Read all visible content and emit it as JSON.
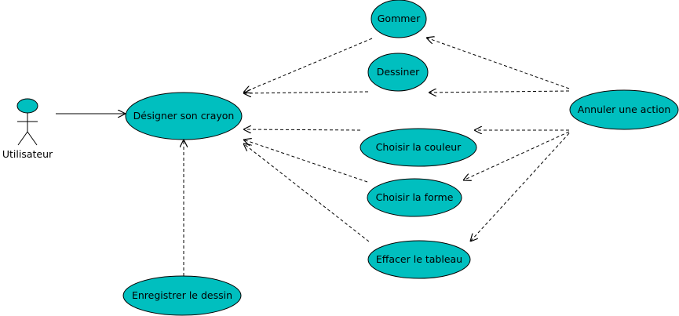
{
  "diagram": {
    "actor": {
      "label": "Utilisateur"
    },
    "use_cases": {
      "gommer": "Gommer",
      "dessiner": "Dessiner",
      "designer": "Désigner son crayon",
      "annuler": "Annuler une action",
      "couleur": "Choisir la couleur",
      "forme": "Choisir la forme",
      "effacer": "Effacer le tableau",
      "enregistrer": "Enregistrer le dessin"
    },
    "colors": {
      "use_case_fill": "#00BFBF",
      "stroke": "#000000",
      "background": "#FFFFFF"
    }
  }
}
